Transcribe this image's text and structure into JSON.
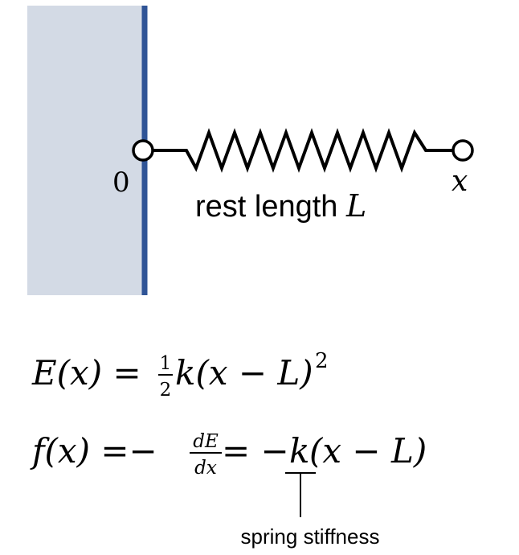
{
  "diagram": {
    "origin_label": "0",
    "end_label": "x",
    "rest_length_text": "rest length ",
    "rest_length_symbol": "L",
    "annotation": "spring stiffness",
    "colors": {
      "wall_fill": "#d3dae5",
      "wall_edge": "#2f5496",
      "ink": "#000000"
    }
  },
  "equations": {
    "energy": {
      "lhs": "E(x) =",
      "frac_num": "1",
      "frac_den": "2",
      "rhs": "k(x − L)",
      "exponent": "2"
    },
    "force": {
      "lhs": "f(x) =−",
      "frac_num": "dE",
      "frac_den": "dx",
      "mid": "= −",
      "k": "k",
      "rhs": "(x − L)"
    }
  }
}
